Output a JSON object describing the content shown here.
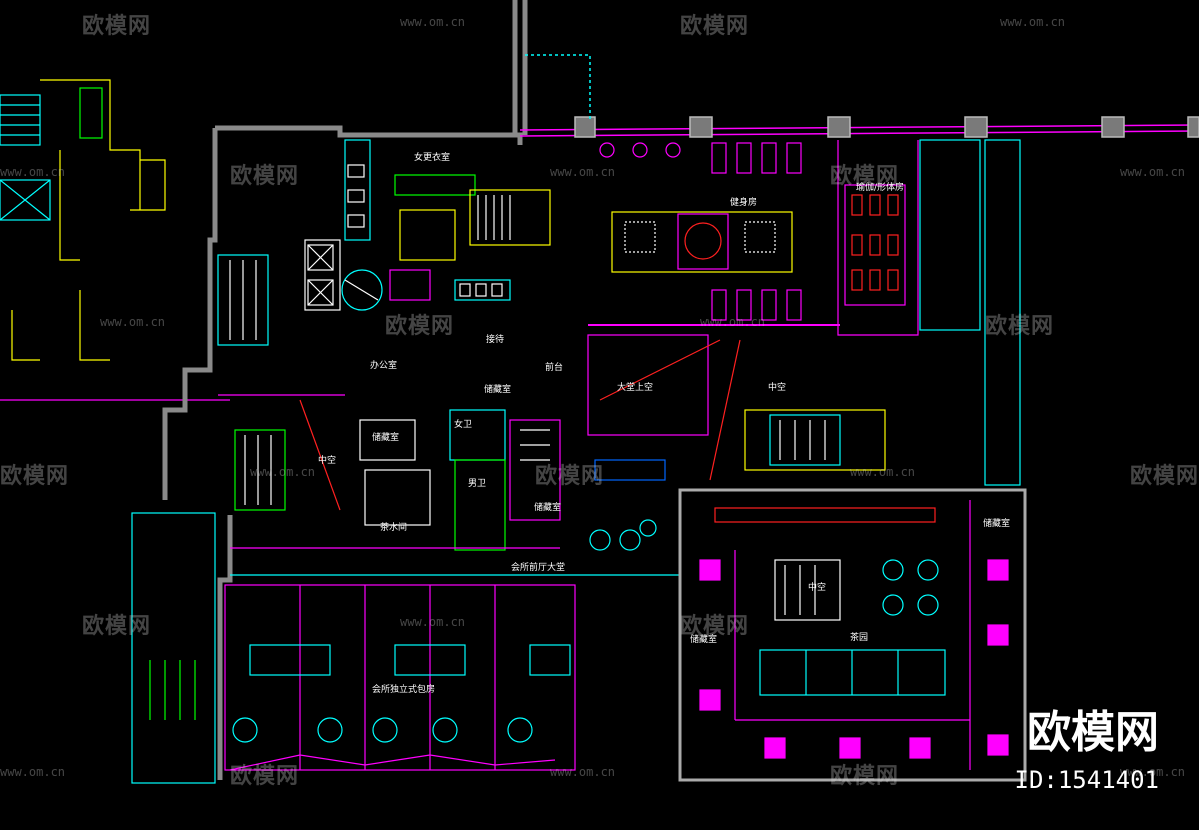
{
  "watermark": {
    "logo_text": "欧模网",
    "url_text": "www.om.cn",
    "brand_text": "欧模网",
    "id_text": "ID:1541401"
  },
  "rooms": {
    "womens_bath": "女更衣室",
    "gym": "健身房",
    "yoga": "瑜伽/形体房",
    "office": "办公室",
    "reception": "接待",
    "storage1": "储藏室",
    "storage2": "储藏室",
    "storage3": "储藏室",
    "lounge": "前台",
    "womens_wc": "女卫",
    "mens_wc": "男卫",
    "tea_prep": "茶水间",
    "atrium_upper": "大堂上空",
    "atrium": "中空",
    "atrium2": "中空",
    "atrium3": "中空",
    "club_hall": "会所前厅大堂",
    "private_room": "会所独立式包房",
    "tea_house": "茶园",
    "storage4": "储藏室",
    "storage5": "储藏室"
  },
  "colors": {
    "wall": "#8a8a8a",
    "magenta": "#ff00ff",
    "cyan": "#00ffff",
    "yellow": "#ffff00",
    "green": "#00ff00",
    "red": "#ff2020",
    "white": "#ffffff"
  }
}
